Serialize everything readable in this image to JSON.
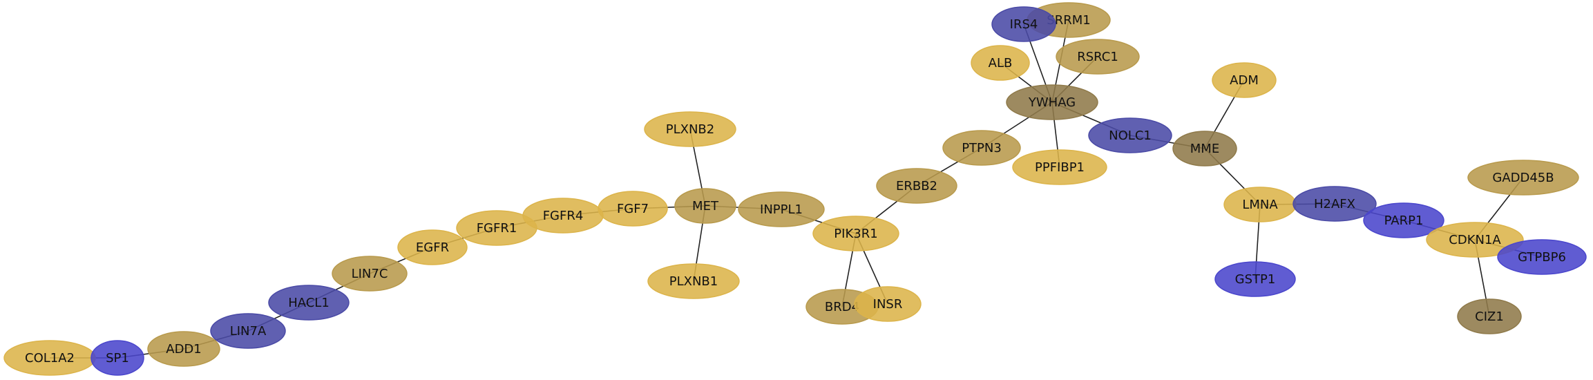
{
  "colors": {
    "gold": "#dcb44a",
    "tan": "#b89a4c",
    "olive": "#8f7a4a",
    "blue": "#4a46cc",
    "slate": "#4a4aa6",
    "edge": "#222222"
  },
  "nodes": [
    {
      "id": "COL1A2",
      "label": "COL1A2",
      "color": "gold"
    },
    {
      "id": "SP1",
      "label": "SP1",
      "color": "blue"
    },
    {
      "id": "ADD1",
      "label": "ADD1",
      "color": "tan"
    },
    {
      "id": "LIN7A",
      "label": "LIN7A",
      "color": "slate"
    },
    {
      "id": "HACL1",
      "label": "HACL1",
      "color": "slate"
    },
    {
      "id": "LIN7C",
      "label": "LIN7C",
      "color": "tan"
    },
    {
      "id": "EGFR",
      "label": "EGFR",
      "color": "gold"
    },
    {
      "id": "FGFR1",
      "label": "FGFR1",
      "color": "gold"
    },
    {
      "id": "FGFR4",
      "label": "FGFR4",
      "color": "gold"
    },
    {
      "id": "FGF7",
      "label": "FGF7",
      "color": "gold"
    },
    {
      "id": "MET",
      "label": "MET",
      "color": "tan"
    },
    {
      "id": "PLXNB2",
      "label": "PLXNB2",
      "color": "gold"
    },
    {
      "id": "PLXNB1",
      "label": "PLXNB1",
      "color": "gold"
    },
    {
      "id": "INPPL1",
      "label": "INPPL1",
      "color": "tan"
    },
    {
      "id": "PIK3R1",
      "label": "PIK3R1",
      "color": "gold"
    },
    {
      "id": "BRD4",
      "label": "BRD4",
      "color": "tan"
    },
    {
      "id": "INSR",
      "label": "INSR",
      "color": "gold"
    },
    {
      "id": "ERBB2",
      "label": "ERBB2",
      "color": "tan"
    },
    {
      "id": "PTPN3",
      "label": "PTPN3",
      "color": "tan"
    },
    {
      "id": "YWHAG",
      "label": "YWHAG",
      "color": "olive"
    },
    {
      "id": "ALB",
      "label": "ALB",
      "color": "gold"
    },
    {
      "id": "SRRM1",
      "label": "SRRM1",
      "color": "tan"
    },
    {
      "id": "IRS4",
      "label": "IRS4",
      "color": "slate"
    },
    {
      "id": "RSRC1",
      "label": "RSRC1",
      "color": "tan"
    },
    {
      "id": "PPFIBP1",
      "label": "PPFIBP1",
      "color": "gold"
    },
    {
      "id": "NOLC1",
      "label": "NOLC1",
      "color": "slate"
    },
    {
      "id": "MME",
      "label": "MME",
      "color": "olive"
    },
    {
      "id": "ADM",
      "label": "ADM",
      "color": "gold"
    },
    {
      "id": "LMNA",
      "label": "LMNA",
      "color": "gold"
    },
    {
      "id": "GSTP1",
      "label": "GSTP1",
      "color": "blue"
    },
    {
      "id": "H2AFX",
      "label": "H2AFX",
      "color": "slate"
    },
    {
      "id": "PARP1",
      "label": "PARP1",
      "color": "blue"
    },
    {
      "id": "CDKN1A",
      "label": "CDKN1A",
      "color": "gold"
    },
    {
      "id": "GADD45B",
      "label": "GADD45B",
      "color": "tan"
    },
    {
      "id": "GTPBP6",
      "label": "GTPBP6",
      "color": "blue"
    },
    {
      "id": "CIZ1",
      "label": "CIZ1",
      "color": "olive"
    }
  ],
  "edges": [
    [
      "COL1A2",
      "SP1"
    ],
    [
      "SP1",
      "ADD1"
    ],
    [
      "ADD1",
      "LIN7A"
    ],
    [
      "LIN7A",
      "HACL1"
    ],
    [
      "HACL1",
      "LIN7C"
    ],
    [
      "LIN7C",
      "EGFR"
    ],
    [
      "EGFR",
      "FGFR1"
    ],
    [
      "FGFR1",
      "FGFR4"
    ],
    [
      "FGFR4",
      "FGF7"
    ],
    [
      "FGF7",
      "MET"
    ],
    [
      "MET",
      "PLXNB2"
    ],
    [
      "MET",
      "PLXNB1"
    ],
    [
      "MET",
      "INPPL1"
    ],
    [
      "INPPL1",
      "PIK3R1"
    ],
    [
      "PIK3R1",
      "BRD4"
    ],
    [
      "PIK3R1",
      "INSR"
    ],
    [
      "PIK3R1",
      "ERBB2"
    ],
    [
      "ERBB2",
      "PTPN3"
    ],
    [
      "PTPN3",
      "YWHAG"
    ],
    [
      "YWHAG",
      "ALB"
    ],
    [
      "YWHAG",
      "SRRM1"
    ],
    [
      "YWHAG",
      "IRS4"
    ],
    [
      "YWHAG",
      "RSRC1"
    ],
    [
      "YWHAG",
      "PPFIBP1"
    ],
    [
      "YWHAG",
      "NOLC1"
    ],
    [
      "NOLC1",
      "MME"
    ],
    [
      "MME",
      "ADM"
    ],
    [
      "MME",
      "LMNA"
    ],
    [
      "LMNA",
      "GSTP1"
    ],
    [
      "LMNA",
      "H2AFX"
    ],
    [
      "H2AFX",
      "PARP1"
    ],
    [
      "PARP1",
      "CDKN1A"
    ],
    [
      "CDKN1A",
      "GADD45B"
    ],
    [
      "CDKN1A",
      "GTPBP6"
    ],
    [
      "CDKN1A",
      "CIZ1"
    ]
  ]
}
